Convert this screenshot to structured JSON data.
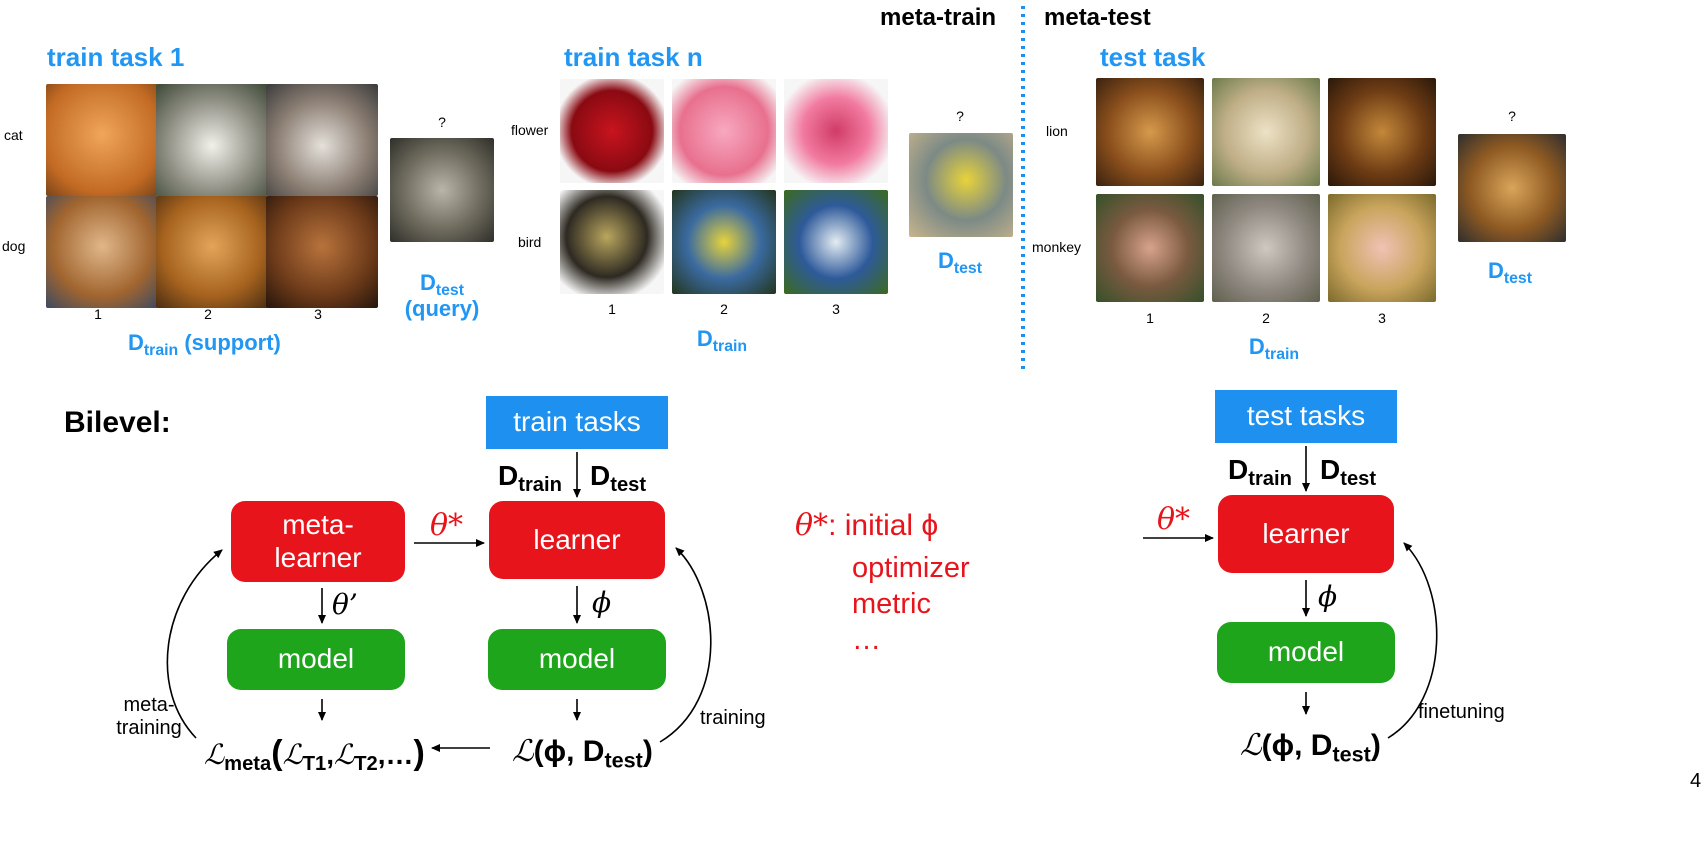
{
  "header": {
    "meta_train": "meta-train",
    "meta_test": "meta-test"
  },
  "panel1": {
    "title": "train task 1",
    "rows": [
      "cat",
      "dog"
    ],
    "cols": [
      "1",
      "2",
      "3"
    ],
    "query_mark": "?",
    "query_label_D": "D",
    "query_label_sub": "test",
    "query_label_2": "(query)",
    "train_label_D": "D",
    "train_label_sub": "train",
    "train_label_extra": " (support)"
  },
  "panel2": {
    "title": "train task n",
    "rows": [
      "flower",
      "bird"
    ],
    "cols": [
      "1",
      "2",
      "3"
    ],
    "query_mark": "?",
    "query_label_D": "D",
    "query_label_sub": "test",
    "train_label_D": "D",
    "train_label_sub": "train"
  },
  "panel3": {
    "title": "test task",
    "rows": [
      "lion",
      "monkey"
    ],
    "cols": [
      "1",
      "2",
      "3"
    ],
    "query_mark": "?",
    "query_label_D": "D",
    "query_label_sub": "test",
    "train_label_D": "D",
    "train_label_sub": "train"
  },
  "bilevel": {
    "heading": "Bilevel:",
    "train_tasks": "train tasks",
    "test_tasks": "test tasks",
    "meta_learner_1": "meta-",
    "meta_learner_2": "learner",
    "learner": "learner",
    "model": "model",
    "theta_star": "θ*",
    "theta_prime": "θ’",
    "phi": "ϕ",
    "D": "D",
    "train_sub": "train",
    "test_sub": "test",
    "meta_training_1": "meta-",
    "meta_training_2": "training",
    "training": "training",
    "finetuning": "finetuning",
    "loss_meta_L": "ℒ",
    "loss_meta_sub": "meta",
    "loss_meta_args_L1": "ℒ",
    "loss_meta_args_T1": "T1",
    "loss_meta_args_L2": "ℒ",
    "loss_meta_args_T2": "T2",
    "loss_meta_args_rest": ",…",
    "loss_L": "ℒ",
    "loss_phi": "ϕ",
    "loss_D": "D",
    "loss_test": "test"
  },
  "options": {
    "theta_star": "θ*",
    "line1": ": initial ϕ",
    "line2": "optimizer",
    "line3": "metric",
    "line4": "…"
  },
  "page_number": "4",
  "colors": {
    "accent_blue": "#2196f3",
    "red": "#e8141c",
    "green": "#1ea51c"
  },
  "icons": [
    "cat-photo",
    "dog-photo",
    "flower-photo",
    "bird-photo",
    "lion-photo",
    "monkey-photo"
  ]
}
